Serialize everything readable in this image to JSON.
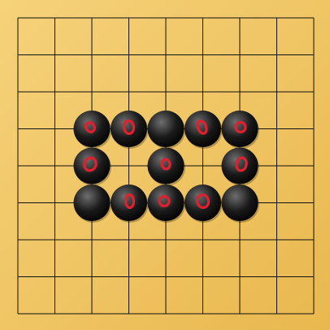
{
  "board": {
    "lines": 9,
    "colors": {
      "board_light": "#f6d27a",
      "board_dark": "#e9b84f",
      "grid_line": "#111111",
      "stone_black": "#1a1a1a",
      "stone_highlight": "#6e6e6e",
      "scribble": "#e0202f"
    }
  },
  "stones": [
    {
      "col": 2,
      "row": 3,
      "color": "black",
      "marked": true
    },
    {
      "col": 3,
      "row": 3,
      "color": "black",
      "marked": true
    },
    {
      "col": 4,
      "row": 3,
      "color": "black",
      "marked": false
    },
    {
      "col": 5,
      "row": 3,
      "color": "black",
      "marked": true
    },
    {
      "col": 6,
      "row": 3,
      "color": "black",
      "marked": true
    },
    {
      "col": 2,
      "row": 4,
      "color": "black",
      "marked": true
    },
    {
      "col": 4,
      "row": 4,
      "color": "black",
      "marked": true
    },
    {
      "col": 6,
      "row": 4,
      "color": "black",
      "marked": true
    },
    {
      "col": 2,
      "row": 5,
      "color": "black",
      "marked": false
    },
    {
      "col": 3,
      "row": 5,
      "color": "black",
      "marked": true
    },
    {
      "col": 4,
      "row": 5,
      "color": "black",
      "marked": true
    },
    {
      "col": 5,
      "row": 5,
      "color": "black",
      "marked": true
    },
    {
      "col": 6,
      "row": 5,
      "color": "black",
      "marked": false
    }
  ]
}
